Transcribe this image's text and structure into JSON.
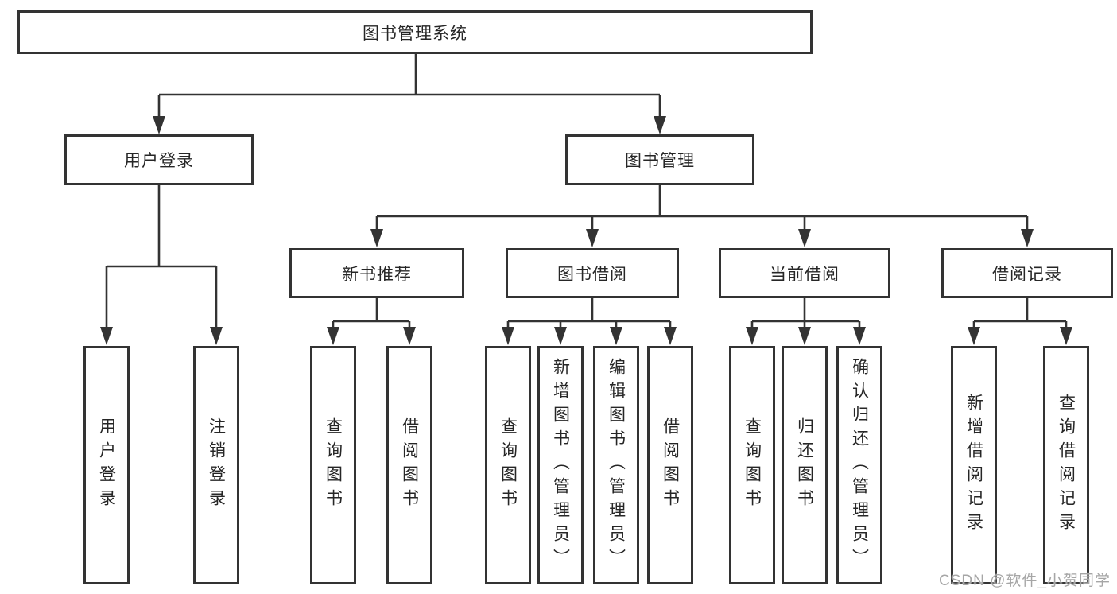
{
  "diagram": {
    "root": {
      "label": "图书管理系统"
    },
    "branches": [
      {
        "label": "用户登录",
        "children": [
          {
            "label": "用户登录"
          },
          {
            "label": "注销登录"
          }
        ]
      },
      {
        "label": "图书管理",
        "children": [
          {
            "label": "新书推荐",
            "children": [
              {
                "label": "查询图书"
              },
              {
                "label": "借阅图书"
              }
            ]
          },
          {
            "label": "图书借阅",
            "children": [
              {
                "label": "查询图书"
              },
              {
                "label": "新增图书（管理员）"
              },
              {
                "label": "编辑图书（管理员）"
              },
              {
                "label": "借阅图书"
              }
            ]
          },
          {
            "label": "当前借阅",
            "children": [
              {
                "label": "查询图书"
              },
              {
                "label": "归还图书"
              },
              {
                "label": "确认归还（管理员）"
              }
            ]
          },
          {
            "label": "借阅记录",
            "children": [
              {
                "label": "新增借阅记录"
              },
              {
                "label": "查询借阅记录"
              }
            ]
          }
        ]
      }
    ]
  },
  "watermark": {
    "text": "CSDN @软件_小贺同学"
  },
  "colors": {
    "line": "#333333",
    "box_border": "#333333",
    "text": "#262626",
    "watermark": "#a6a6a6",
    "background": "#ffffff"
  }
}
